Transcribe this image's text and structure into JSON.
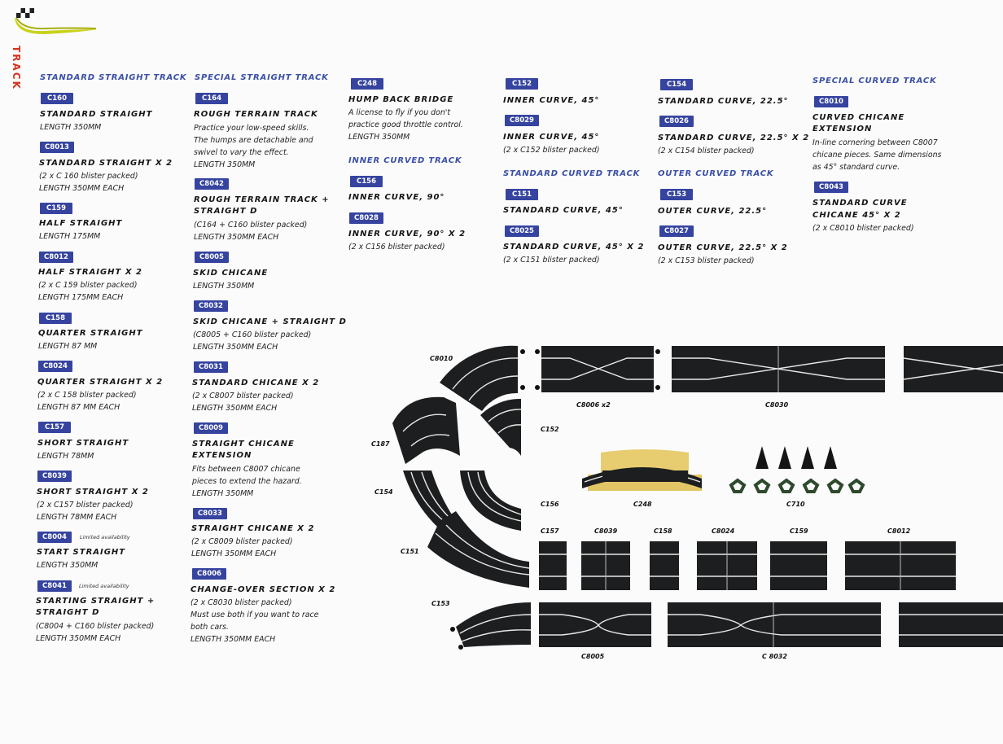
{
  "side_label": "TRACK",
  "sections": {
    "standard_straight": "STANDARD STRAIGHT TRACK",
    "special_straight": "SPECIAL STRAIGHT TRACK",
    "inner_curved": "INNER CURVED TRACK",
    "standard_curved": "STANDARD CURVED TRACK",
    "outer_curved": "OUTER CURVED TRACK",
    "special_curved": "SPECIAL CURVED TRACK"
  },
  "limited": "Limited availability",
  "products": [
    {
      "code": "C160",
      "name": "STANDARD STRAIGHT",
      "lines": [
        "LENGTH 350MM"
      ]
    },
    {
      "code": "C8013",
      "name": "STANDARD STRAIGHT X 2",
      "lines": [
        "(2 x C 160 blister packed)",
        "LENGTH 350MM EACH"
      ]
    },
    {
      "code": "C159",
      "name": "HALF STRAIGHT",
      "lines": [
        "LENGTH 175MM"
      ]
    },
    {
      "code": "C8012",
      "name": "HALF STRAIGHT X 2",
      "lines": [
        "(2 x C 159 blister packed)",
        "LENGTH 175MM EACH"
      ]
    },
    {
      "code": "C158",
      "name": "QUARTER STRAIGHT",
      "lines": [
        "LENGTH 87 MM"
      ]
    },
    {
      "code": "C8024",
      "name": "QUARTER STRAIGHT X 2",
      "lines": [
        "(2 x C 158 blister packed)",
        "LENGTH 87 MM EACH"
      ]
    },
    {
      "code": "C157",
      "name": "SHORT STRAIGHT",
      "lines": [
        "LENGTH 78MM"
      ]
    },
    {
      "code": "C8039",
      "name": "SHORT STRAIGHT X 2",
      "lines": [
        "(2 x C157 blister packed)",
        "LENGTH 78MM EACH"
      ]
    },
    {
      "code": "C8004",
      "name": "START STRAIGHT",
      "lines": [
        "LENGTH 350MM"
      ]
    },
    {
      "code": "C8041",
      "name": "STARTING STRAIGHT + STRAIGHT D",
      "lines": [
        "(C8004 + C160 blister packed)",
        "LENGTH 350MM EACH"
      ]
    },
    {
      "code": "C164",
      "name": "ROUGH TERRAIN TRACK",
      "lines": [
        "Practice your low-speed skills.",
        "The humps are detachable and",
        "swivel to vary the effect.",
        "LENGTH 350MM"
      ]
    },
    {
      "code": "C8042",
      "name": "ROUGH TERRAIN TRACK + STRAIGHT D",
      "lines": [
        "(C164 + C160 blister packed)",
        "LENGTH 350MM EACH"
      ]
    },
    {
      "code": "C8005",
      "name": "SKID CHICANE",
      "lines": [
        "LENGTH 350MM"
      ]
    },
    {
      "code": "C8032",
      "name": "SKID CHICANE + STRAIGHT D",
      "lines": [
        "(C8005 + C160 blister packed)",
        "LENGTH 350MM EACH"
      ]
    },
    {
      "code": "C8031",
      "name": "STANDARD CHICANE X 2",
      "lines": [
        "(2 x C8007 blister packed)",
        "LENGTH 350MM EACH"
      ]
    },
    {
      "code": "C8009",
      "name": "STRAIGHT CHICANE EXTENSION",
      "lines": [
        "Fits between C8007 chicane",
        "pieces to extend the hazard.",
        "LENGTH 350MM"
      ]
    },
    {
      "code": "C8033",
      "name": "STRAIGHT CHICANE X 2",
      "lines": [
        "(2 x C8009 blister packed)",
        "LENGTH 350MM EACH"
      ]
    },
    {
      "code": "C8006",
      "name": "CHANGE-OVER SECTION X 2",
      "lines": [
        "(2 x C8030 blister packed)",
        "Must use both if you want to race",
        "both cars.",
        "LENGTH 350MM EACH"
      ]
    },
    {
      "code": "C248",
      "name": "HUMP BACK BRIDGE",
      "lines": [
        "A license to fly if you don't",
        "practice good throttle control.",
        "LENGTH 350MM"
      ]
    },
    {
      "code": "C156",
      "name": "INNER CURVE, 90°",
      "lines": []
    },
    {
      "code": "C8028",
      "name": "INNER CURVE, 90° X 2",
      "lines": [
        "(2 x C156 blister packed)"
      ]
    },
    {
      "code": "C152",
      "name": "INNER CURVE, 45°",
      "lines": []
    },
    {
      "code": "C8029",
      "name": "INNER CURVE, 45°",
      "lines": [
        "(2 x C152 blister packed)"
      ]
    },
    {
      "code": "C151",
      "name": "STANDARD CURVE, 45°",
      "lines": []
    },
    {
      "code": "C8025",
      "name": "STANDARD CURVE, 45° X 2",
      "lines": [
        "(2 x C151 blister packed)"
      ]
    },
    {
      "code": "C154",
      "name": "STANDARD CURVE, 22.5°",
      "lines": []
    },
    {
      "code": "C8026",
      "name": "STANDARD CURVE, 22.5° X 2",
      "lines": [
        "(2 x C154 blister packed)"
      ]
    },
    {
      "code": "C153",
      "name": "OUTER CURVE, 22.5°",
      "lines": []
    },
    {
      "code": "C8027",
      "name": "OUTER CURVE, 22.5° X 2",
      "lines": [
        "(2 x C153 blister packed)"
      ]
    },
    {
      "code": "C8010",
      "name": "CURVED CHICANE EXTENSION",
      "lines": [
        "In-line cornering between C8007",
        "chicane pieces. Same dimensions",
        "as 45° standard curve."
      ]
    },
    {
      "code": "C8043",
      "name": "STANDARD CURVE CHICANE 45° X 2",
      "lines": [
        "(2 x C8010 blister packed)"
      ]
    }
  ],
  "track_labels": [
    "C8010",
    "C8006 x2",
    "C8030",
    "C187",
    "C152",
    "C154",
    "C156",
    "C248",
    "C710",
    "C151",
    "C157",
    "C8039",
    "C158",
    "C8024",
    "C159",
    "C8012",
    "C153",
    "C8005",
    "C 8032"
  ]
}
